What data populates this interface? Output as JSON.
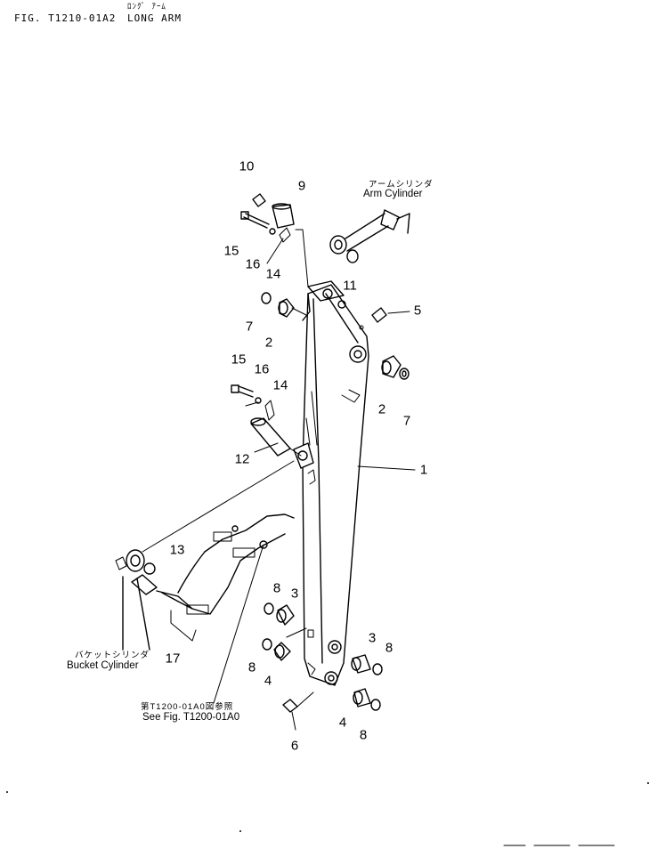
{
  "header": {
    "jp_title": "ﾛﾝｸﾞ ｱｰﾑ",
    "fig_id": "FIG. T1210-01A2",
    "title": "LONG ARM"
  },
  "notes": {
    "arm_cylinder_jp": "アームシリンダ",
    "arm_cylinder_en": "Arm Cylinder",
    "bucket_cylinder_jp": "バケットシリンダ",
    "bucket_cylinder_en": "Bucket Cylinder",
    "see_fig_jp": "第T1200-01A0図参照",
    "see_fig_en": "See Fig. T1200-01A0"
  },
  "callouts": [
    {
      "text": "10"
    },
    {
      "text": "9"
    },
    {
      "text": "15"
    },
    {
      "text": "16"
    },
    {
      "text": "14"
    },
    {
      "text": "11"
    },
    {
      "text": "7"
    },
    {
      "text": "2"
    },
    {
      "text": "5"
    },
    {
      "text": "15"
    },
    {
      "text": "16"
    },
    {
      "text": "14"
    },
    {
      "text": "2"
    },
    {
      "text": "7"
    },
    {
      "text": "1"
    },
    {
      "text": "12"
    },
    {
      "text": "13"
    },
    {
      "text": "8"
    },
    {
      "text": "3"
    },
    {
      "text": "3"
    },
    {
      "text": "8"
    },
    {
      "text": "8"
    },
    {
      "text": "4"
    },
    {
      "text": "17"
    },
    {
      "text": "4"
    },
    {
      "text": "8"
    },
    {
      "text": "6"
    }
  ]
}
